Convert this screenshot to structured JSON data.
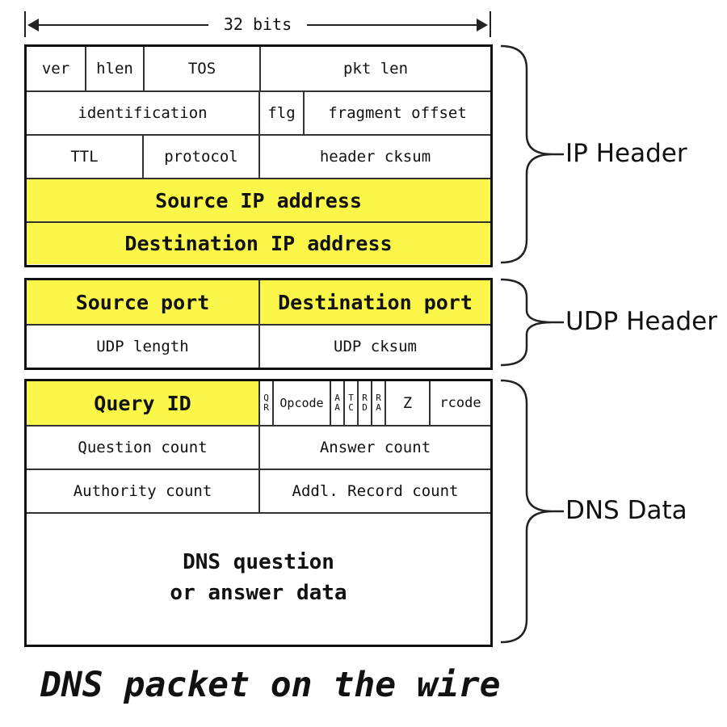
{
  "ruler": {
    "label": "32 bits"
  },
  "ip_header": {
    "label": "IP Header",
    "row1": {
      "ver": "ver",
      "hlen": "hlen",
      "tos": "TOS",
      "pkt_len": "pkt len"
    },
    "row2": {
      "identification": "identification",
      "flg": "flg",
      "fragment_offset": "fragment offset"
    },
    "row3": {
      "ttl": "TTL",
      "protocol": "protocol",
      "header_cksum": "header cksum"
    },
    "source_ip": "Source IP address",
    "destination_ip": "Destination IP address"
  },
  "udp_header": {
    "label": "UDP Header",
    "source_port": "Source port",
    "destination_port": "Destination port",
    "udp_length": "UDP length",
    "udp_cksum": "UDP cksum"
  },
  "dns_data": {
    "label": "DNS Data",
    "query_id": "Query ID",
    "flags": {
      "qr": [
        "Q",
        "R"
      ],
      "opcode": "Opcode",
      "aa": [
        "A",
        "A"
      ],
      "tc": [
        "T",
        "C"
      ],
      "rd": [
        "R",
        "D"
      ],
      "ra": [
        "R",
        "A"
      ],
      "z": "Z",
      "rcode": "rcode"
    },
    "question_count": "Question count",
    "answer_count": "Answer count",
    "authority_count": "Authority count",
    "addl_record_count": "Addl. Record count",
    "payload_line1": "DNS question",
    "payload_line2": "or answer data"
  },
  "caption": "DNS packet on the wire",
  "colors": {
    "highlight": "#fbf74a",
    "border": "#111111"
  }
}
